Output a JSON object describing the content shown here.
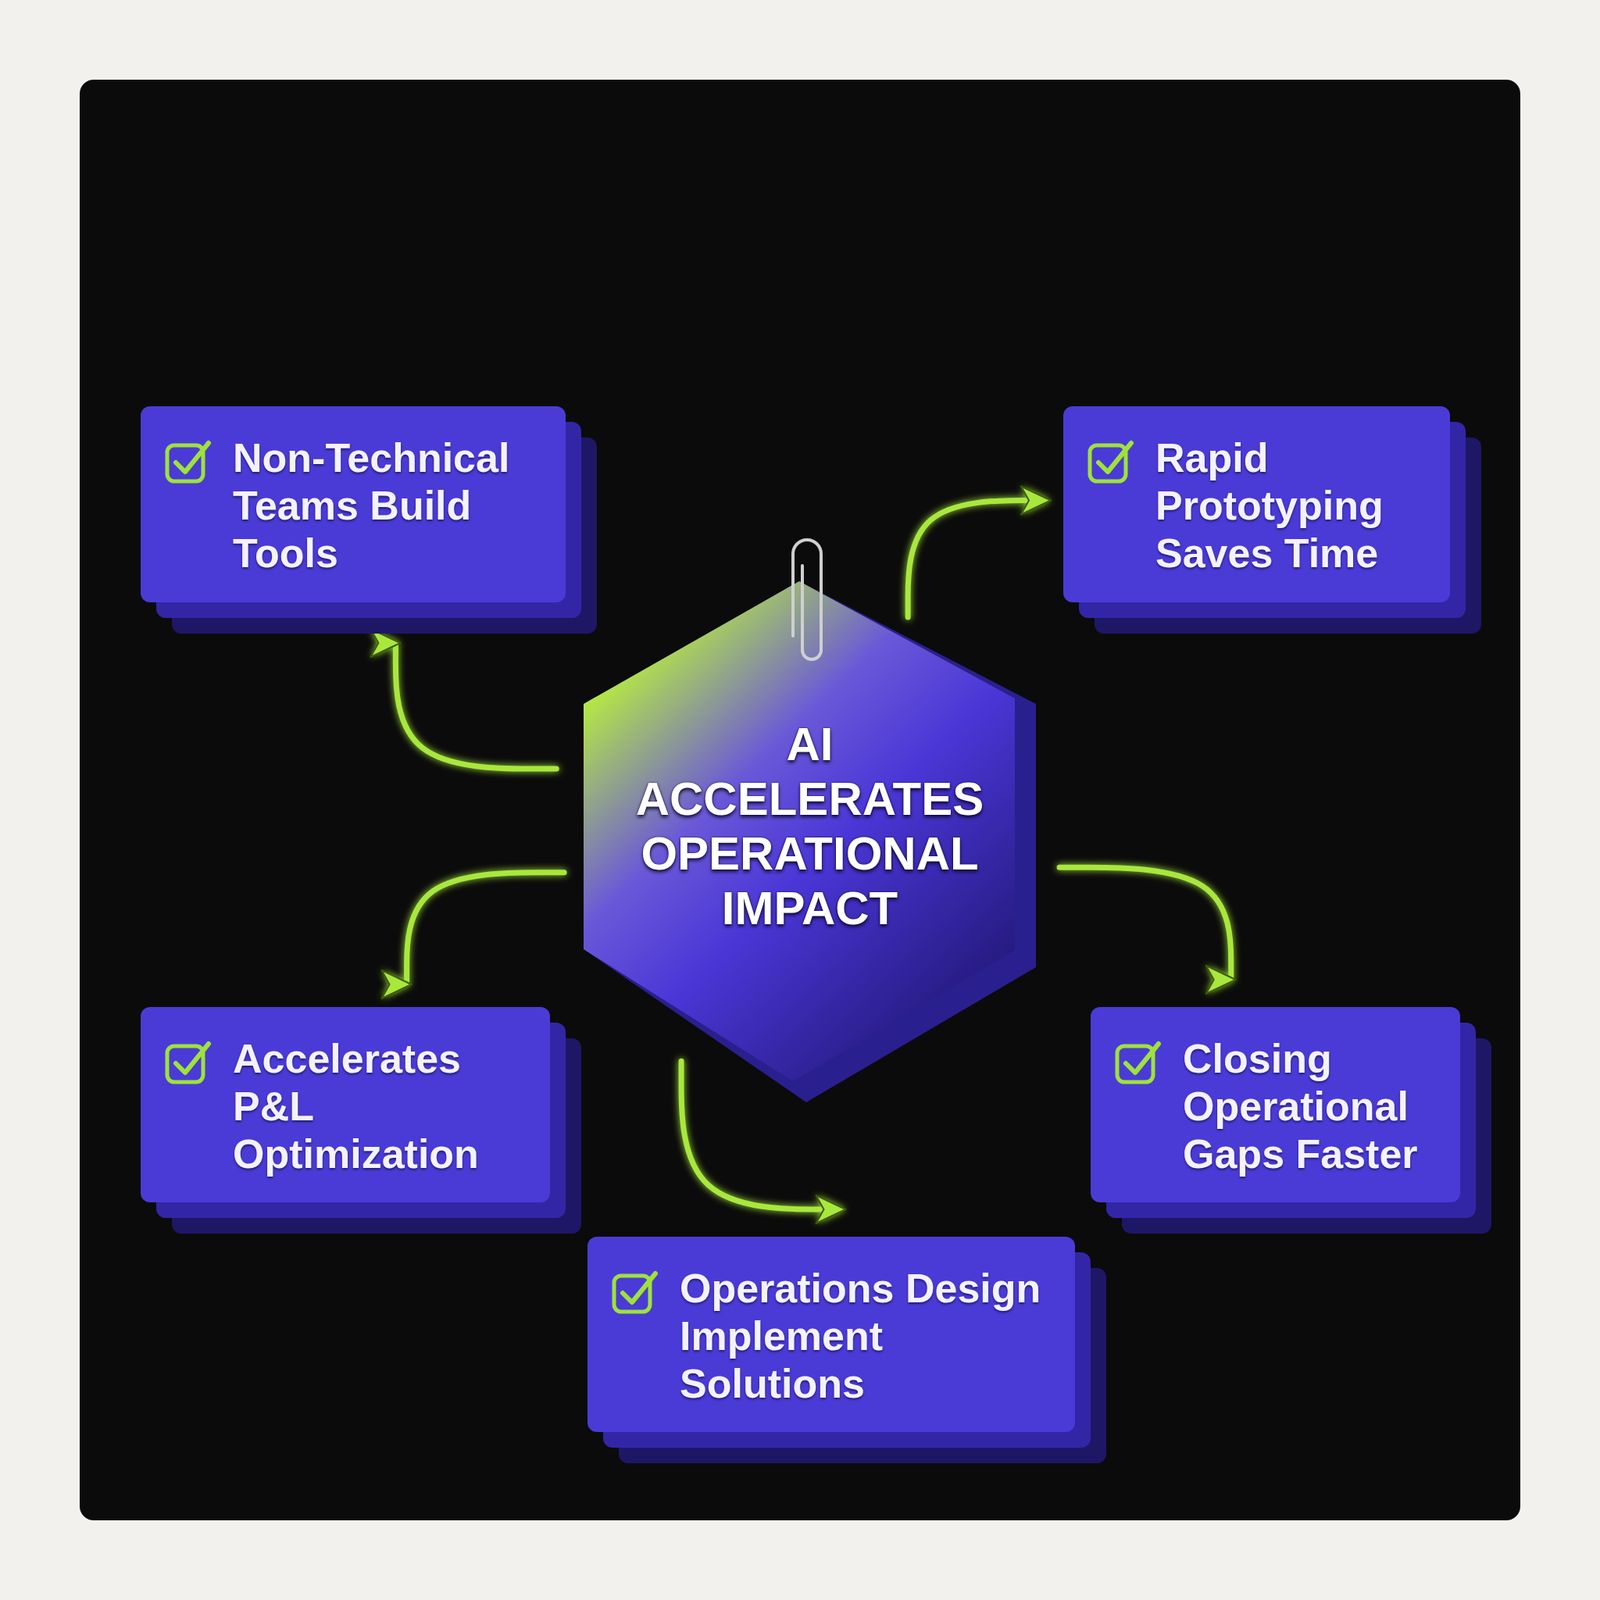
{
  "diagram": {
    "nodes": [
      {
        "text": [
          "Non-Technical Teams Build Tools"
        ]
      },
      {
        "text": [
          "Rapid Prototyping Saves Time"
        ]
      },
      {
        "text": [
          "AI ACCELERATES OPERATIONAL IMPACT"
        ]
      },
      {
        "text": [
          "Accelerates P&L Optimization"
        ]
      },
      {
        "text": [
          "Closing Operational Gaps Faster"
        ]
      },
      {
        "text": [
          "Operations Design Implement Solutions"
        ]
      }
    ],
    "edges": [
      {
        "from": 2,
        "to": 0,
        "arrow": "to"
      },
      {
        "from": 2,
        "to": 1,
        "arrow": "to"
      },
      {
        "from": 2,
        "to": 3,
        "arrow": "to"
      },
      {
        "from": 2,
        "to": 4,
        "arrow": "to"
      },
      {
        "from": 2,
        "to": 5,
        "arrow": "to"
      }
    ]
  }
}
